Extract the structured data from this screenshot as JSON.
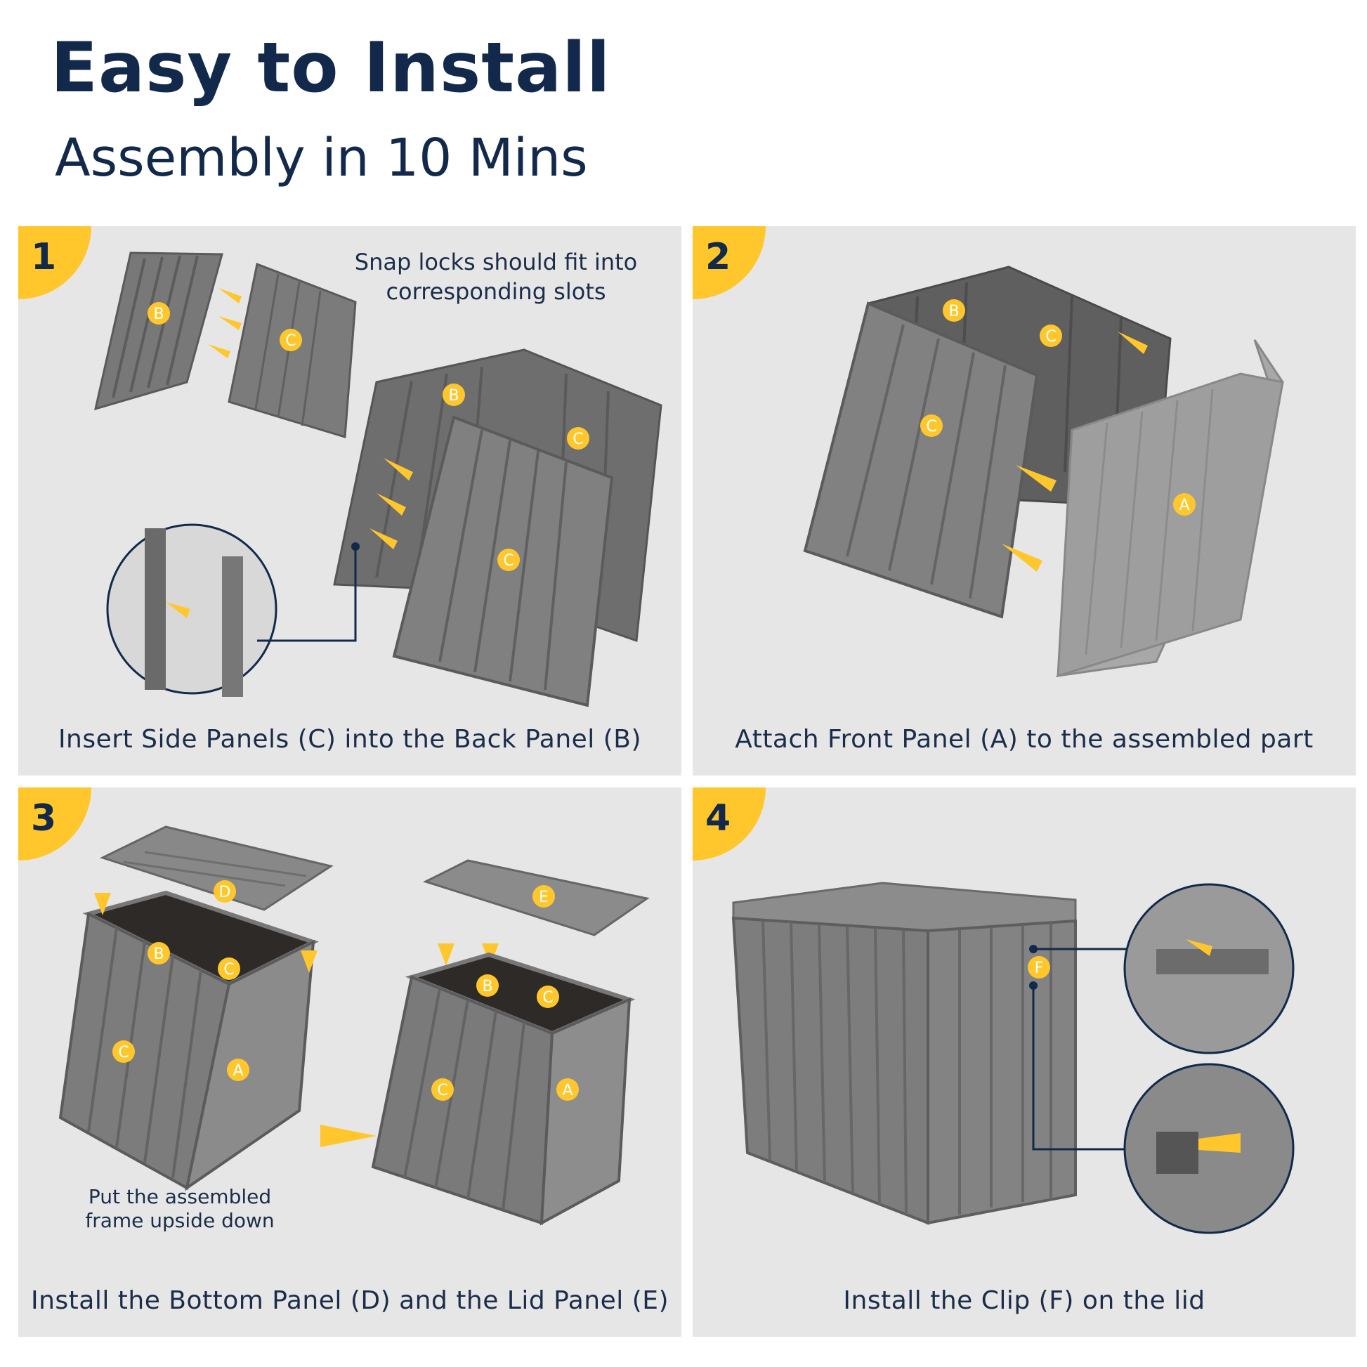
{
  "title": "Easy to Install",
  "subtitle": "Assembly in 10 Mins",
  "accent_color": "#ffc72c",
  "text_color": "#13294b",
  "panel_color": "#e6e6e6",
  "steps": [
    {
      "number": "1",
      "caption": "Insert Side Panels (C) into the Back Panel (B)",
      "note": "Snap locks should fit into corresponding slots",
      "labels": [
        "B",
        "C",
        "B",
        "C",
        "C"
      ]
    },
    {
      "number": "2",
      "caption": "Attach Front Panel (A) to the assembled part",
      "labels": [
        "B",
        "C",
        "C",
        "A"
      ]
    },
    {
      "number": "3",
      "caption": "Install the Bottom Panel (D) and the Lid Panel (E)",
      "note": "Put the assembled frame upside down",
      "labels": [
        "D",
        "B",
        "C",
        "C",
        "A",
        "E",
        "B",
        "C",
        "C",
        "A"
      ]
    },
    {
      "number": "4",
      "caption": "Install the Clip (F) on the lid",
      "labels": [
        "F"
      ]
    }
  ]
}
